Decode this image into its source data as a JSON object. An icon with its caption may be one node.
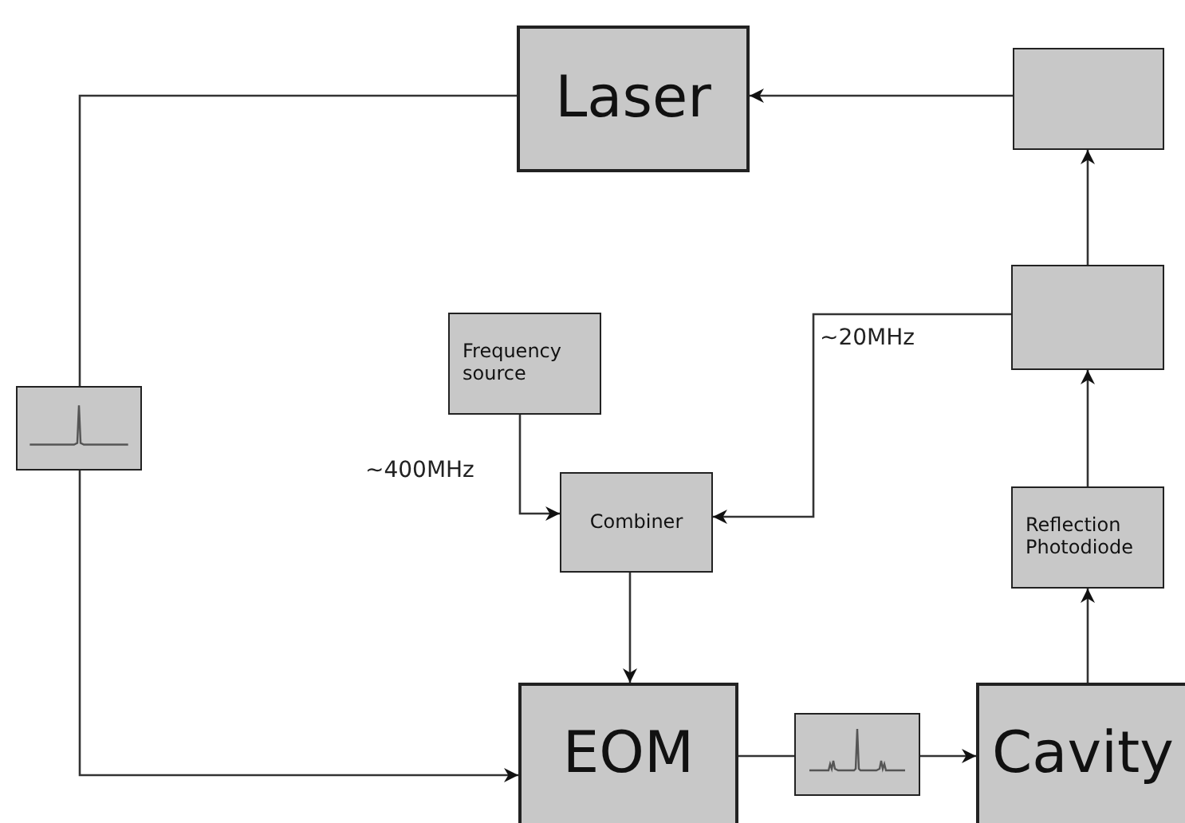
{
  "diagram": {
    "nodes": [
      {
        "text": [
          "Laser"
        ]
      },
      {
        "text": [],
        "shape": "box"
      },
      {
        "text": [
          "Frequency source"
        ]
      },
      {
        "text": [],
        "shape": "picture"
      },
      {
        "text": [],
        "shape": "box"
      },
      {
        "text": [
          "Combiner"
        ]
      },
      {
        "text": [
          "Reflection Photodiode"
        ]
      },
      {
        "text": [
          "EOM"
        ]
      },
      {
        "text": [],
        "shape": "picture"
      },
      {
        "text": [
          "Cavity"
        ]
      }
    ],
    "edges": [
      {
        "from": 0,
        "to": 3,
        "arrow": "none"
      },
      {
        "from": 3,
        "to": 7,
        "arrow": "to"
      },
      {
        "from": 2,
        "to": 5,
        "arrow": "to",
        "label": "~400MHz"
      },
      {
        "from": 4,
        "to": 5,
        "arrow": "to",
        "label": "~20MHz"
      },
      {
        "from": 5,
        "to": 7,
        "arrow": "to"
      },
      {
        "from": 7,
        "to": 8,
        "arrow": "none"
      },
      {
        "from": 8,
        "to": 9,
        "arrow": "to"
      },
      {
        "from": 9,
        "to": 6,
        "arrow": "to"
      },
      {
        "from": 6,
        "to": 4,
        "arrow": "to"
      },
      {
        "from": 4,
        "to": 1,
        "arrow": "to"
      },
      {
        "from": 1,
        "to": 0,
        "arrow": "to"
      }
    ]
  }
}
